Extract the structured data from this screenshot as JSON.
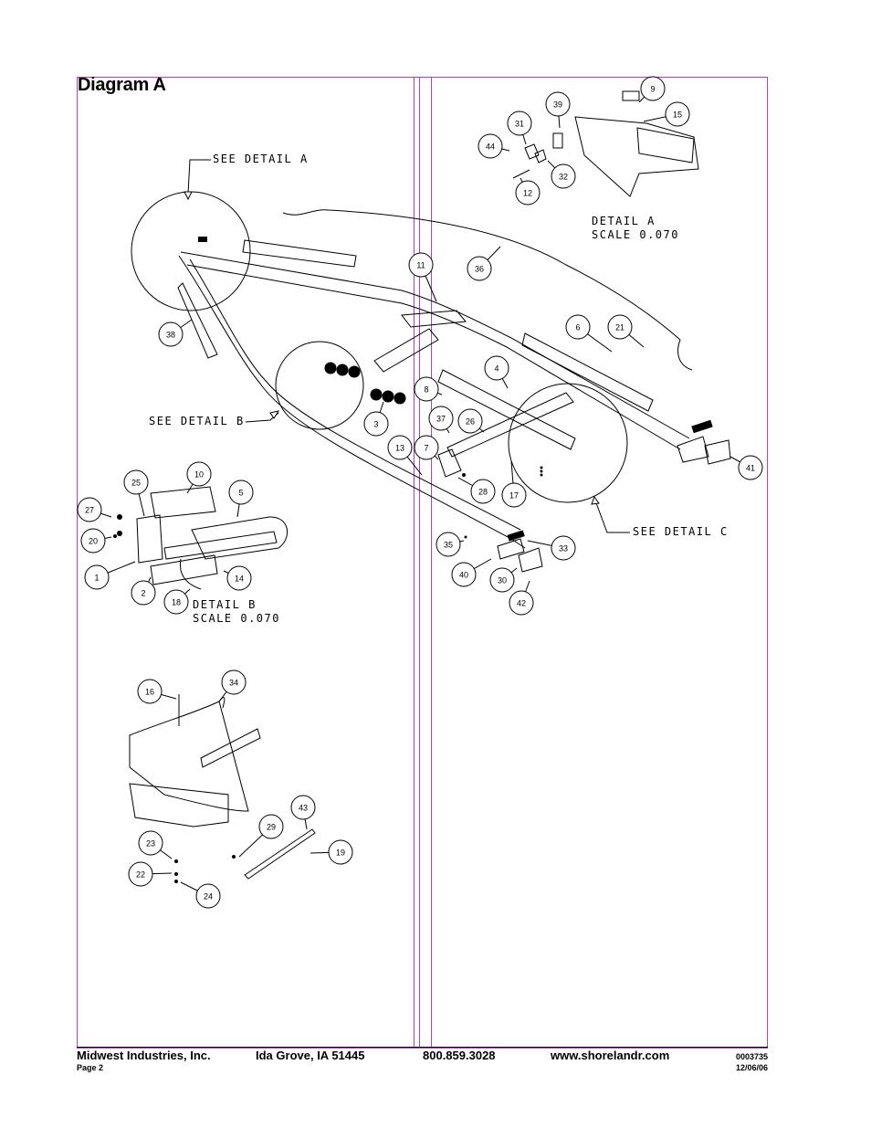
{
  "page": {
    "title": "Diagram A"
  },
  "callouts": {
    "see_detail_a": "SEE DETAIL  A",
    "see_detail_b": "SEE DETAIL  B",
    "see_detail_c": "SEE DETAIL  C",
    "detail_a_title": "DETAIL  A",
    "detail_a_scale": "SCALE  0.070",
    "detail_b_title": "DETAIL  B",
    "detail_b_scale": "SCALE  0.070"
  },
  "part_numbers": [
    "9",
    "39",
    "31",
    "15",
    "44",
    "32",
    "12",
    "11",
    "36",
    "38",
    "6",
    "21",
    "4",
    "8",
    "37",
    "26",
    "3",
    "13",
    "7",
    "41",
    "28",
    "17",
    "10",
    "25",
    "5",
    "27",
    "20",
    "1",
    "2",
    "18",
    "14",
    "35",
    "33",
    "40",
    "30",
    "42",
    "16",
    "34",
    "43",
    "29",
    "23",
    "19",
    "22",
    "24"
  ],
  "footer": {
    "company": "Midwest Industries, Inc.",
    "city": "Ida Grove, IA  51445",
    "phone": "800.859.3028",
    "website": "www.shorelandr.com",
    "page": "Page 2",
    "doc_number": "0003735",
    "date": "12/06/06"
  }
}
